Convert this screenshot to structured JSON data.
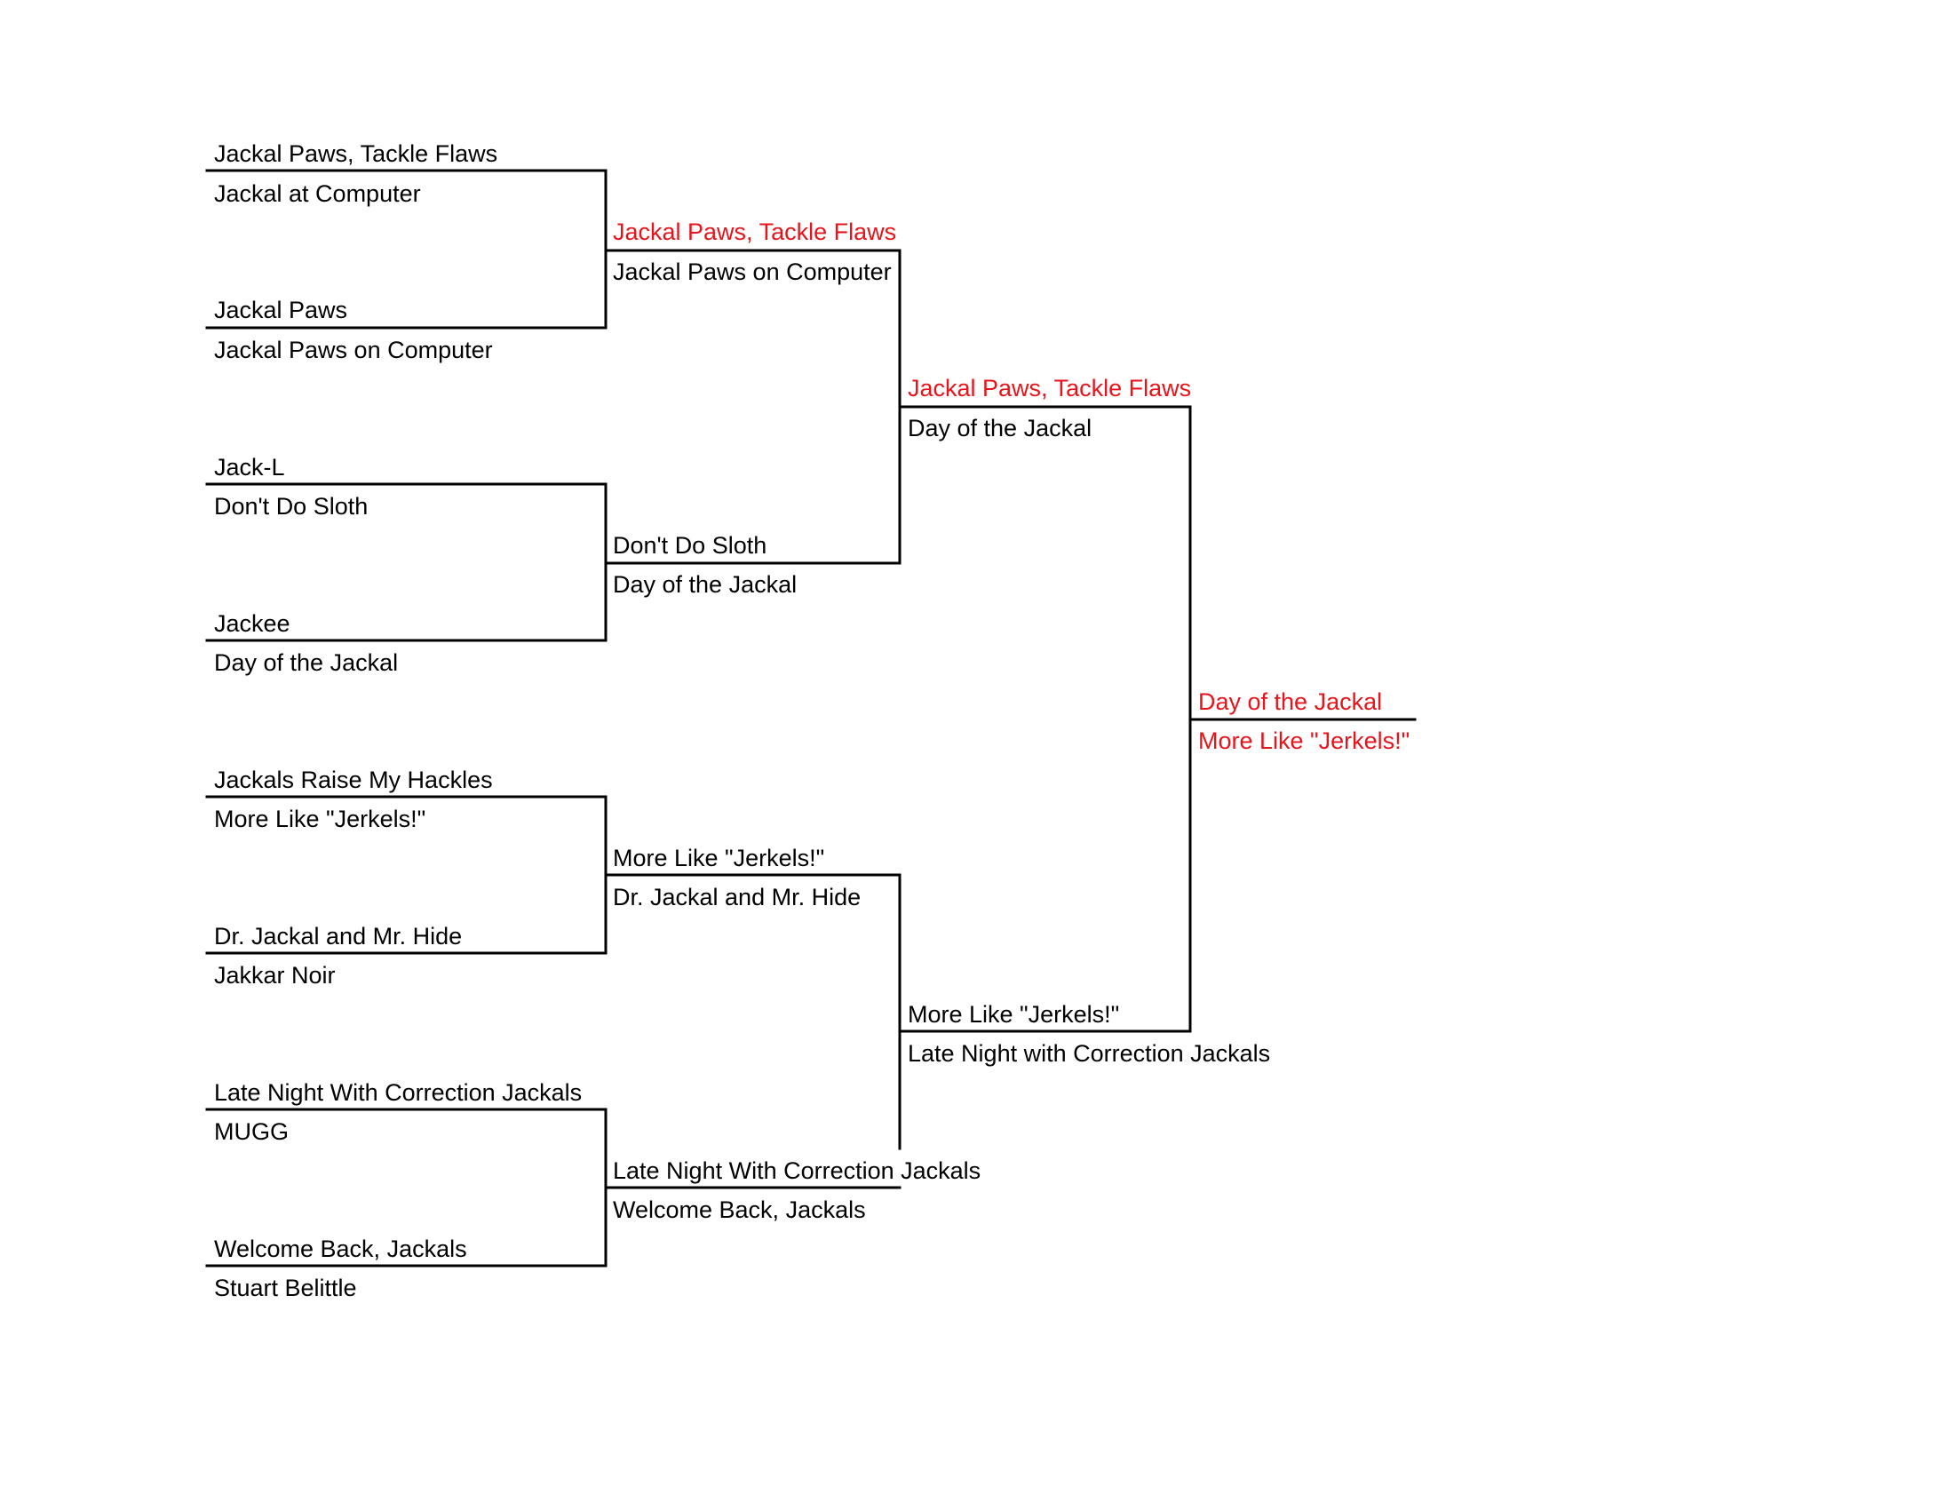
{
  "colors": {
    "line": "#000000",
    "text": "#000000",
    "highlight": "#e8141b"
  },
  "round1": {
    "m1": {
      "top": "Jackal Paws, Tackle Flaws",
      "bottom": "Jackal at Computer"
    },
    "m2": {
      "top": "Jackal Paws",
      "bottom": "Jackal Paws on Computer"
    },
    "m3": {
      "top": "Jack-L",
      "bottom": "Don't Do Sloth"
    },
    "m4": {
      "top": "Jackee",
      "bottom": "Day of the Jackal"
    },
    "m5": {
      "top": "Jackals Raise My Hackles",
      "bottom": "More Like \"Jerkels!\""
    },
    "m6": {
      "top": "Dr. Jackal and Mr. Hide",
      "bottom": "Jakkar Noir"
    },
    "m7": {
      "top": "Late Night With Correction Jackals",
      "bottom": "MUGG"
    },
    "m8": {
      "top": "Welcome Back, Jackals",
      "bottom": "Stuart Belittle"
    }
  },
  "round2": {
    "m1": {
      "top": "Jackal Paws, Tackle Flaws",
      "bottom": "Jackal Paws on Computer"
    },
    "m2": {
      "top": "Don't Do Sloth",
      "bottom": "Day of the Jackal"
    },
    "m3": {
      "top": "More Like \"Jerkels!\"",
      "bottom": "Dr. Jackal and Mr. Hide"
    },
    "m4": {
      "top": "Late Night With Correction Jackals",
      "bottom": "Welcome Back, Jackals"
    }
  },
  "round3": {
    "m1": {
      "top": "Jackal Paws, Tackle Flaws",
      "bottom": "Day of the Jackal"
    },
    "m2": {
      "top": "More Like \"Jerkels!\"",
      "bottom": "Late Night with Correction Jackals"
    }
  },
  "final": {
    "top": "Day of the Jackal",
    "bottom": "More Like \"Jerkels!\""
  }
}
